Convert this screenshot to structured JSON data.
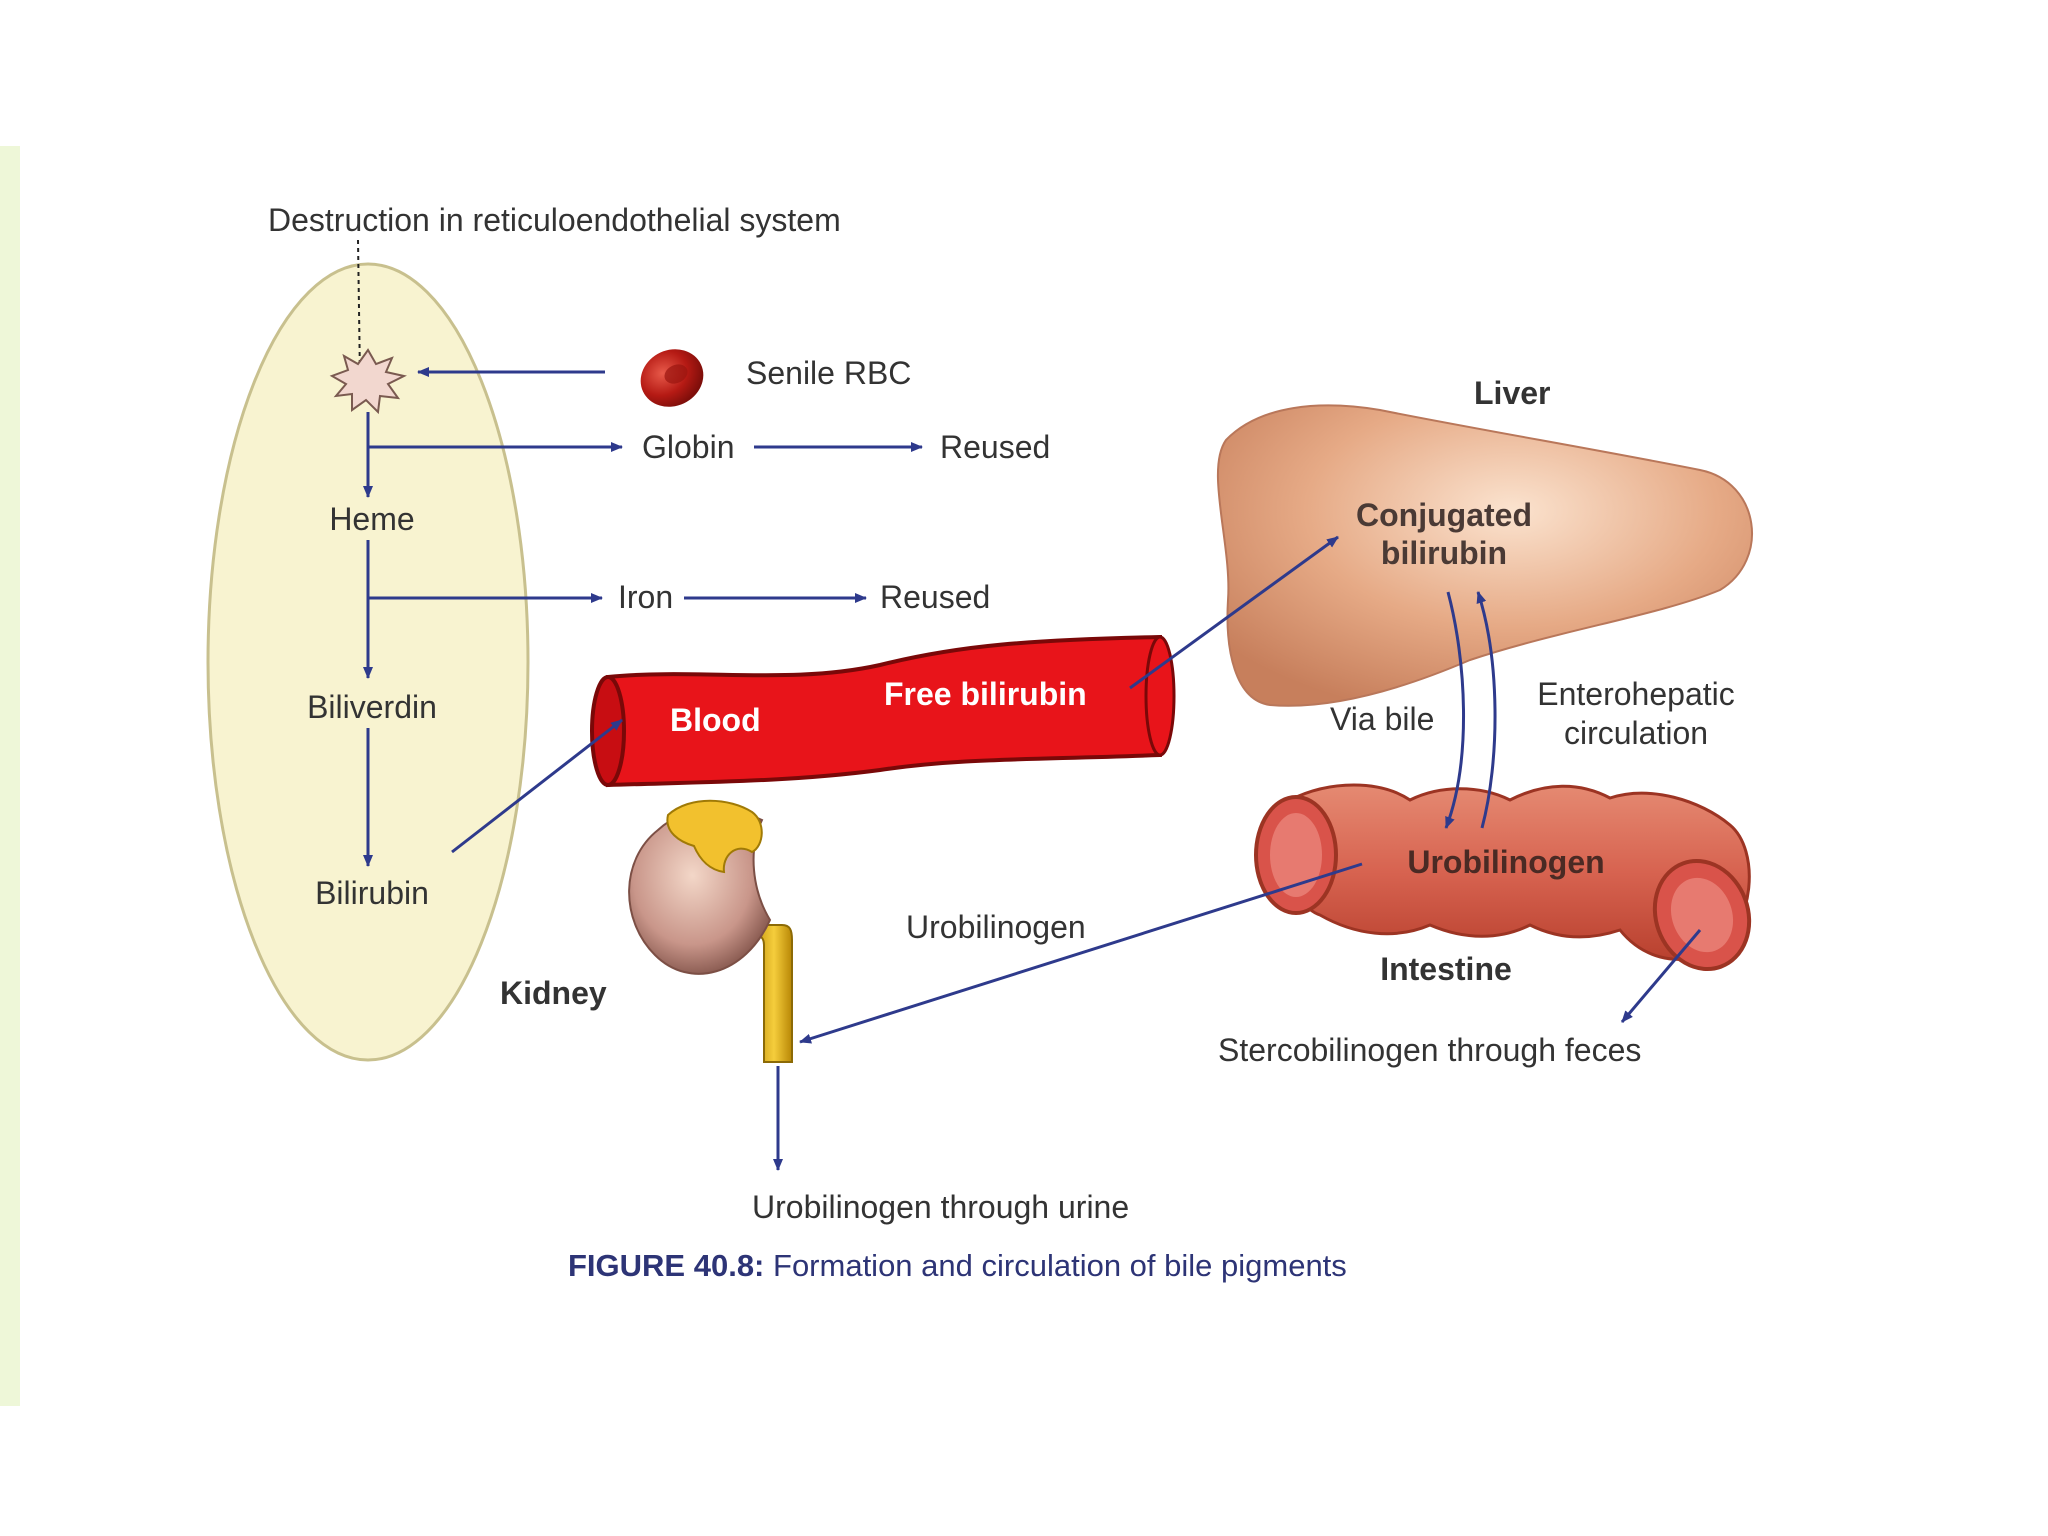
{
  "colors": {
    "arrow": "#2e3a8c",
    "oval_fill": "#f8f3d0",
    "blood_red": "#e8141a",
    "liver": "#e0a27e",
    "intestine": "#d96a55",
    "caption": "#2d3476"
  },
  "labels": {
    "destruction": "Destruction in reticuloendothelial system",
    "senile_rbc": "Senile RBC",
    "globin": "Globin",
    "reused_globin": "Reused",
    "heme": "Heme",
    "iron": "Iron",
    "reused_iron": "Reused",
    "biliverdin": "Biliverdin",
    "bilirubin": "Bilirubin",
    "blood": "Blood",
    "free_bilirubin": "Free bilirubin",
    "liver": "Liver",
    "conjugated_line1": "Conjugated",
    "conjugated_line2": "bilirubin",
    "via_bile": "Via bile",
    "enterohepatic_line1": "Enterohepatic",
    "enterohepatic_line2": "circulation",
    "urobilinogen_intestine": "Urobilinogen",
    "intestine": "Intestine",
    "stercobilinogen": "Stercobilinogen through feces",
    "urobilinogen_kidney": "Urobilinogen",
    "kidney": "Kidney",
    "urobilinogen_urine": "Urobilinogen through urine"
  },
  "caption": {
    "label": "FIGURE 40.8:",
    "text": " Formation and circulation of bile pigments"
  }
}
